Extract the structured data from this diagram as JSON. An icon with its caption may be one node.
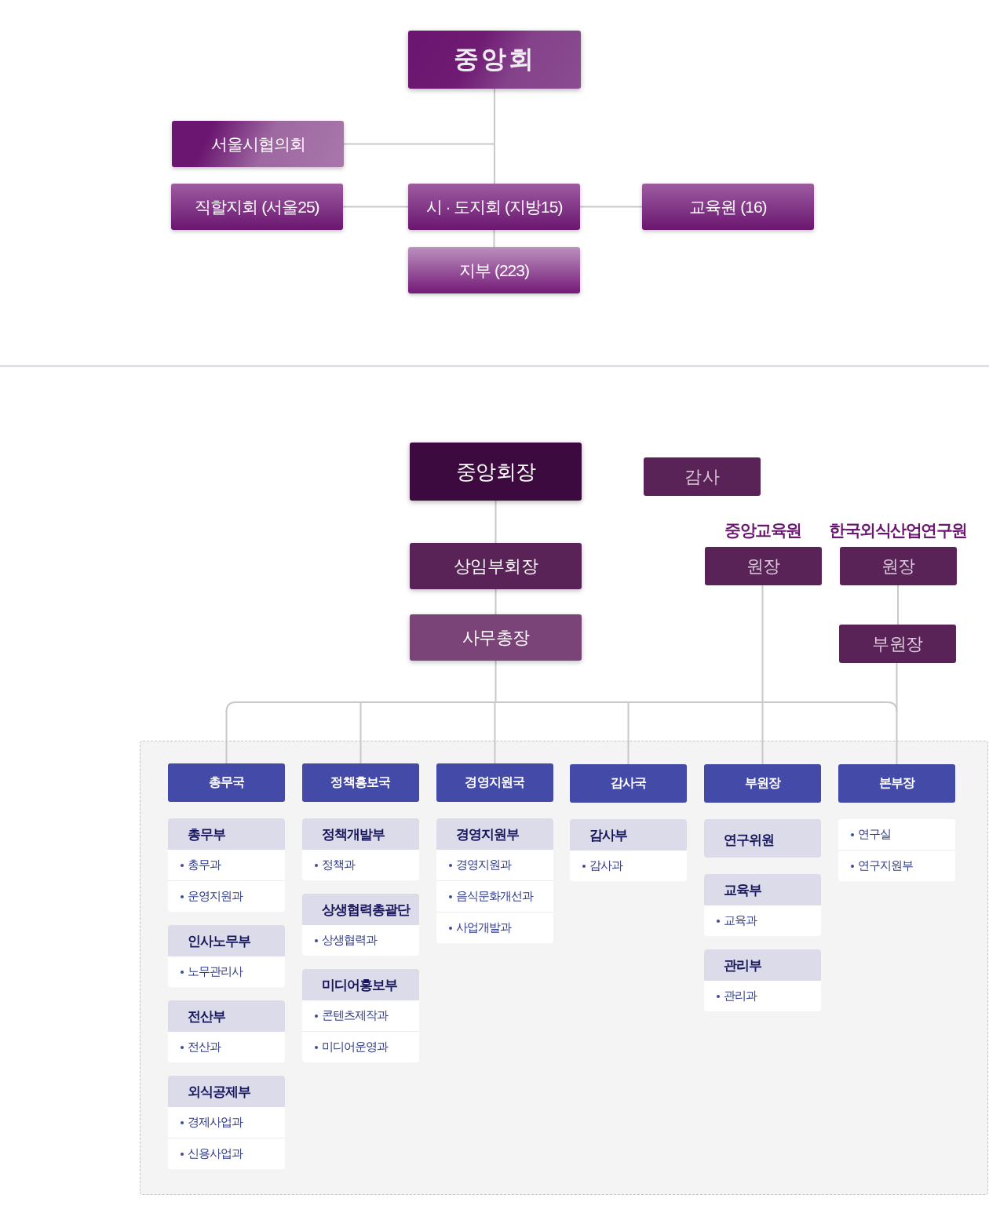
{
  "diagram": {
    "nodes": [
      {
        "text": [
          "중앙회"
        ]
      },
      {
        "text": [
          "서울시협의회"
        ]
      },
      {
        "text": [
          "직할지회 (서울25)"
        ]
      },
      {
        "text": [
          "시 · 도지회 (지방15)"
        ]
      },
      {
        "text": [
          "교육원 (16)"
        ]
      },
      {
        "text": [
          "지부 (223)"
        ]
      },
      {
        "text": [
          "중앙회장"
        ]
      },
      {
        "text": [
          "감사"
        ]
      },
      {
        "text": [
          "상임부회장"
        ]
      },
      {
        "text": [
          "사무총장"
        ]
      },
      {
        "text": [
          "중앙교육원",
          "원장"
        ]
      },
      {
        "text": [
          "한국외식산업연구원",
          "원장"
        ]
      },
      {
        "text": [
          "부원장"
        ]
      },
      {
        "text": [
          "총무국"
        ]
      },
      {
        "text": [
          "정책홍보국"
        ]
      },
      {
        "text": [
          "경영지원국"
        ]
      },
      {
        "text": [
          "감사국"
        ]
      },
      {
        "text": [
          "부원장"
        ]
      },
      {
        "text": [
          "본부장"
        ]
      },
      {
        "text": [
          "총무부",
          "총무과",
          "운영지원과"
        ]
      },
      {
        "text": [
          "인사노무부",
          "노무관리사"
        ]
      },
      {
        "text": [
          "전산부",
          "전산과"
        ]
      },
      {
        "text": [
          "외식공제부",
          "경제사업과",
          "신용사업과"
        ]
      },
      {
        "text": [
          "정책개발부",
          "정책과"
        ]
      },
      {
        "text": [
          "상생협력총괄단",
          "상생협력과"
        ]
      },
      {
        "text": [
          "미디어홍보부",
          "콘텐츠제작과",
          "미디어운영과"
        ]
      },
      {
        "text": [
          "경영지원부",
          "경영지원과",
          "음식문화개선과",
          "사업개발과"
        ]
      },
      {
        "text": [
          "감사부",
          "감사과"
        ]
      },
      {
        "text": [
          "연구위원"
        ]
      },
      {
        "text": [
          "교육부",
          "교육과"
        ]
      },
      {
        "text": [
          "관리부",
          "관리과"
        ]
      },
      {
        "text": [
          "연구실",
          "연구지원부"
        ]
      }
    ],
    "edges": [
      {
        "from": 0,
        "to": 3,
        "arrow": "none"
      },
      {
        "from": 0,
        "to": 1,
        "arrow": "none"
      },
      {
        "from": 2,
        "to": 3,
        "arrow": "none"
      },
      {
        "from": 3,
        "to": 4,
        "arrow": "none"
      },
      {
        "from": 3,
        "to": 5,
        "arrow": "none"
      },
      {
        "from": 6,
        "to": 8,
        "arrow": "none"
      },
      {
        "from": 8,
        "to": 9,
        "arrow": "none"
      },
      {
        "from": 9,
        "to": 13,
        "arrow": "none"
      },
      {
        "from": 9,
        "to": 14,
        "arrow": "none"
      },
      {
        "from": 9,
        "to": 15,
        "arrow": "none"
      },
      {
        "from": 9,
        "to": 16,
        "arrow": "none"
      },
      {
        "from": 9,
        "to": 17,
        "arrow": "none"
      },
      {
        "from": 9,
        "to": 18,
        "arrow": "none"
      },
      {
        "from": 10,
        "to": 17,
        "arrow": "none"
      },
      {
        "from": 11,
        "to": 12,
        "arrow": "none"
      },
      {
        "from": 12,
        "to": 18,
        "arrow": "none"
      }
    ]
  }
}
